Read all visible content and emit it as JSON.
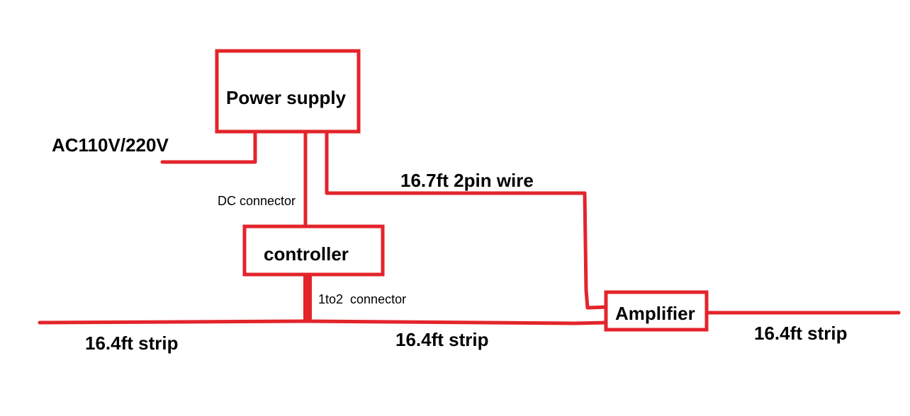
{
  "diagram": {
    "accent_color": "#e3242b",
    "nodes": {
      "power_supply": "Power supply",
      "controller": "controller",
      "amplifier": "Amplifier"
    },
    "labels": {
      "ac_input": "AC110V/220V",
      "dc_connector": "DC connector",
      "wire_2pin": "16.7ft 2pin wire",
      "one_to_two": "1to2  connector",
      "strip_left": "16.4ft strip",
      "strip_middle": "16.4ft strip",
      "strip_right": "16.4ft strip"
    }
  }
}
